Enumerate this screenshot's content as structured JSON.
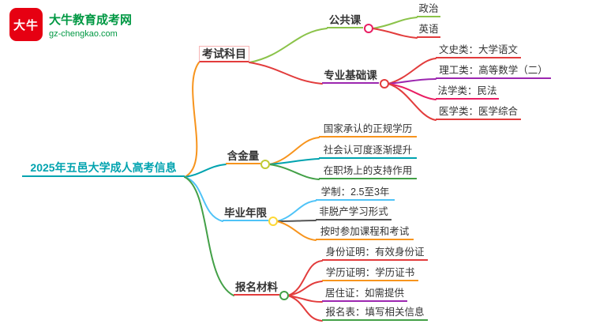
{
  "logo": {
    "icon_text": "大牛",
    "brand": "大牛教育成考网",
    "domain": "gz-chengkao.com"
  },
  "central": {
    "label": "2025年五邑大学成人高考信息"
  },
  "branches": [
    {
      "label": "考试科目",
      "children": [
        {
          "label": "公共课",
          "children": [
            {
              "label": "政治"
            },
            {
              "label": "英语"
            }
          ]
        },
        {
          "label": "专业基础课",
          "children": [
            {
              "label": "文史类：大学语文"
            },
            {
              "label": "理工类：高等数学（二）"
            },
            {
              "label": "法学类：民法"
            },
            {
              "label": "医学类：医学综合"
            }
          ]
        }
      ]
    },
    {
      "label": "含金量",
      "children": [
        {
          "label": "国家承认的正规学历"
        },
        {
          "label": "社会认可度逐渐提升"
        },
        {
          "label": "在职场上的支持作用"
        }
      ]
    },
    {
      "label": "毕业年限",
      "children": [
        {
          "label": "学制：2.5至3年"
        },
        {
          "label": "非脱产学习形式"
        },
        {
          "label": "按时参加课程和考试"
        }
      ]
    },
    {
      "label": "报名材料",
      "children": [
        {
          "label": "身份证明：有效身份证"
        },
        {
          "label": "学历证明：学历证书"
        },
        {
          "label": "居住证：如需提供"
        },
        {
          "label": "报名表：填写相关信息"
        }
      ]
    }
  ],
  "colors": {
    "brand_red": "#e60012",
    "brand_green": "#009843",
    "central_teal": "#00a3af",
    "orange": "#f7941d",
    "red": "#e23c3c",
    "green_light": "#8bc34a",
    "green": "#43a047",
    "magenta": "#e91e63",
    "purple": "#9c27b0",
    "light_blue": "#4fc3f7",
    "dark_gray": "#555555",
    "junction_olive": "#c0ca33",
    "junction_yellow": "#fdd835"
  }
}
